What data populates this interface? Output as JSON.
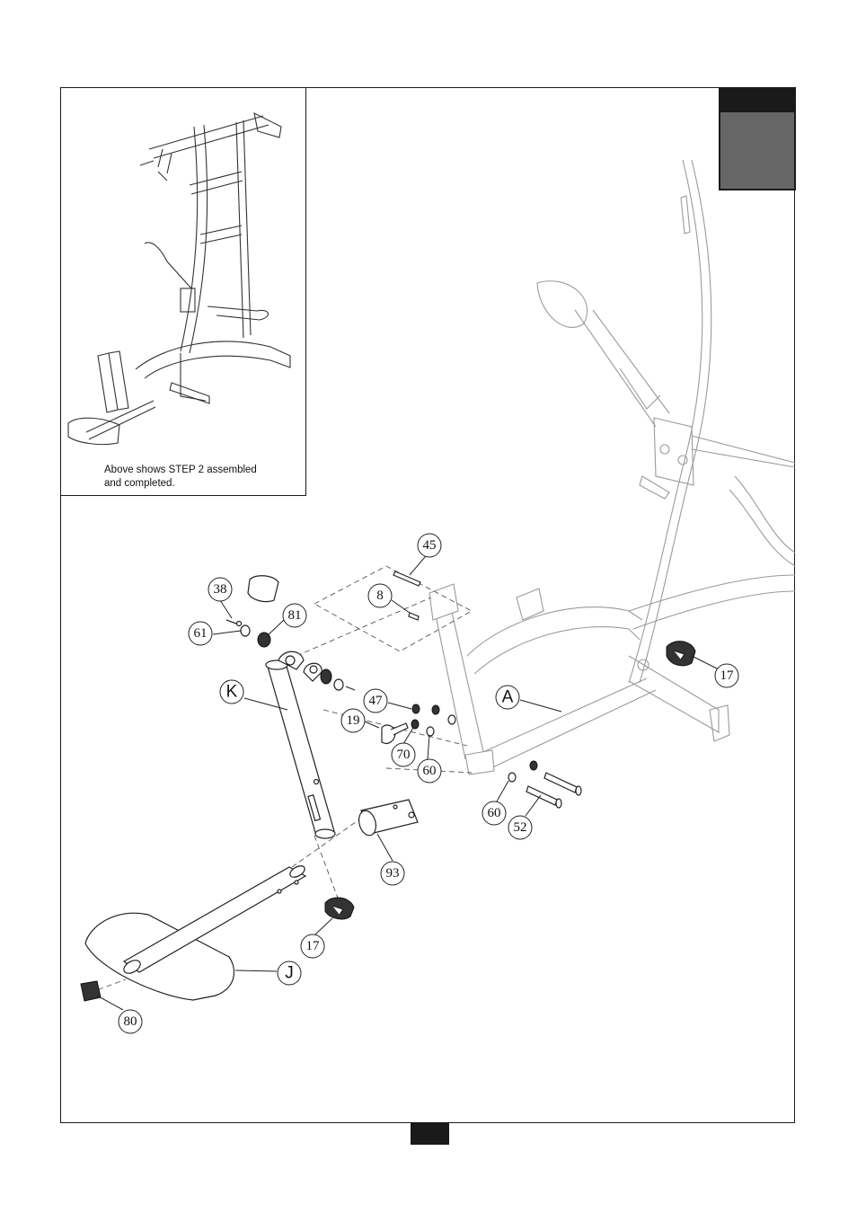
{
  "inset": {
    "caption_line1": "Above shows STEP 2 assembled",
    "caption_line2": "and completed."
  },
  "callouts": {
    "p45": "45",
    "p8": "8",
    "p38": "38",
    "p81": "81",
    "p61": "61",
    "p47": "47",
    "p19": "19",
    "p70": "70",
    "p60a": "60",
    "p60b": "60",
    "p52": "52",
    "p17a": "17",
    "p17b": "17",
    "p93": "93",
    "p80": "80"
  },
  "labels": {
    "K": "K",
    "A": "A",
    "J": "J"
  },
  "colors": {
    "line": "#222222",
    "ghost": "#9a9a9a",
    "tab": "#666666",
    "tab_dark": "#1a1a1a"
  }
}
